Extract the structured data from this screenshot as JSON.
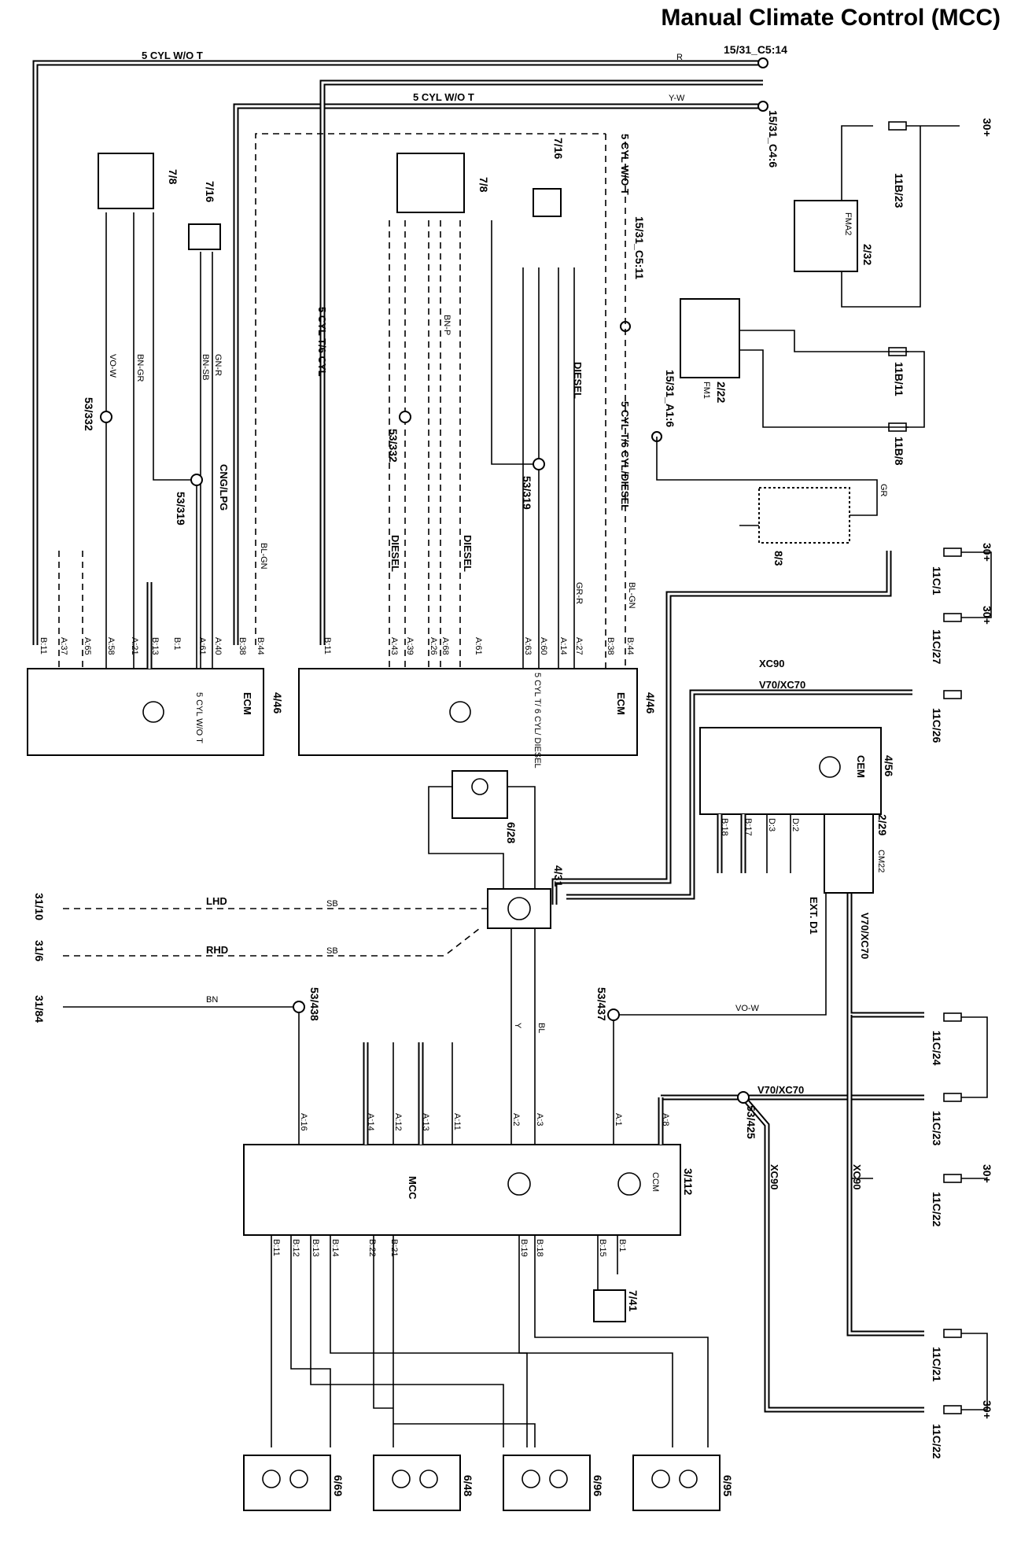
{
  "title": "Manual Climate Control (MCC)",
  "ground_labels": [
    "31/10",
    "31/6",
    "31/84"
  ],
  "supply": "30+",
  "modules": {
    "ecm_left": {
      "id": "4/46",
      "name": "ECM",
      "sub": "5 CYL W/O T"
    },
    "ecm_right": {
      "id": "4/46",
      "name": "ECM",
      "sub": "5 CYL T/ 6 CYL/ DIESEL"
    },
    "cem": {
      "id": "4/56",
      "name": "CEM"
    },
    "mcc": {
      "id": "3/112",
      "name": "MCC",
      "sub": "CCM"
    },
    "aux": {
      "id": "4/31"
    },
    "fan": {
      "id": "6/28"
    }
  },
  "relays": {
    "fma2": "FMA2",
    "fma2_id": "2/32",
    "fm1": "FM1",
    "fm1_id": "2/22",
    "cm22": "CM22",
    "cm22_id": "2/29"
  },
  "fuses": [
    "11B/23",
    "11B/11",
    "11B/8",
    "11C/1",
    "11C/27",
    "11C/26",
    "11C/24",
    "11C/23",
    "11C/22",
    "11C/21",
    "11C/22"
  ],
  "sensors": [
    "7/8",
    "7/16",
    "7/8",
    "7/16",
    "7/41",
    "8/3"
  ],
  "splices": [
    "53/332",
    "53/319",
    "53/332",
    "53/319",
    "15/31_C5:14",
    "15/31_C4:6",
    "15/31_C5:11",
    "15/31_A1:6",
    "53/438",
    "53/437",
    "53/425"
  ],
  "actuators": [
    "6/69",
    "6/48",
    "6/96",
    "6/95"
  ],
  "variant_labels": {
    "cyl5_wot": "5 CYL W/O T",
    "cyl5_t6": "5 CYL T/6 CYL",
    "diesel": "DIESEL",
    "cyl5_t6_diesel": "5 CYL T/6 CYL/DIESEL",
    "cng": "CNG/LPG",
    "xc90": "XC90",
    "v70xc70": "V70/XC70",
    "lhd": "LHD",
    "rhd": "RHD",
    "extd1": "EXT. D1"
  },
  "wire_colors": {
    "R": "R",
    "YW": "Y-W",
    "VOW": "VO-W",
    "BNGR": "BN-GR",
    "BNSB": "BN-SB",
    "GNR": "GN-R",
    "BLGN": "BL-GN",
    "BNP": "BN-P",
    "GRR": "GR-R",
    "SB": "SB",
    "BN": "BN",
    "Y": "Y",
    "BL": "BL",
    "GR": "GR"
  },
  "pins": {
    "ecm_left": [
      "B:11",
      "A:37",
      "A:65",
      "A:58",
      "A:21",
      "B:13",
      "B:1",
      "A:61",
      "A:40",
      "B:38",
      "B:44"
    ],
    "ecm_right": [
      "B:11",
      "A:43",
      "A:39",
      "A:26",
      "A:68",
      "A:61",
      "A:63",
      "A:60",
      "A:14",
      "A:27",
      "B:38",
      "B:44"
    ],
    "mcc_top": [
      "A:16",
      "A:14",
      "A:12",
      "A:13",
      "A:11",
      "A:2",
      "A:3",
      "A:1",
      "A:8"
    ],
    "mcc_bottom": [
      "B:11",
      "B:12",
      "B:13",
      "B:14",
      "B:22",
      "B:21",
      "B:19",
      "B:18",
      "B:15",
      "B:1"
    ],
    "cem": [
      "B:18",
      "B:17",
      "D:3",
      "D:2"
    ]
  }
}
